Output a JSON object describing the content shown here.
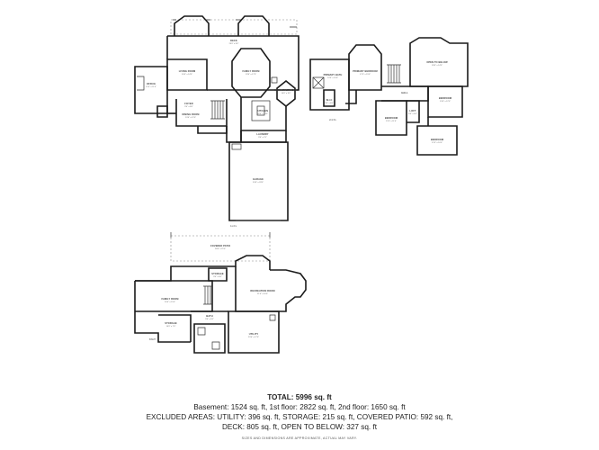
{
  "rooms": {
    "first_floor": [
      {
        "id": "deck_1f",
        "label": "DECK",
        "dim": "25'0\" x 9'0\""
      },
      {
        "id": "living",
        "label": "LIVING ROOM",
        "dim": "16'0\" x 14'0\""
      },
      {
        "id": "family",
        "label": "FAMILY ROOM",
        "dim": "19'0\" x 17'0\""
      },
      {
        "id": "office",
        "label": "OFFICE",
        "dim": "12'0\" x 11'0\""
      },
      {
        "id": "breakfast",
        "label": "BREAKFAST NOOK",
        "dim": "10'0\" x 9'0\""
      },
      {
        "id": "kitchen",
        "label": "KITCHEN",
        "dim": "18'0\" x 13'0\""
      },
      {
        "id": "dining",
        "label": "DINING ROOM",
        "dim": "13'0\" x 12'0\""
      },
      {
        "id": "foyer",
        "label": "FOYER",
        "dim": "9'0\" x 8'0\""
      },
      {
        "id": "laundry",
        "label": "LAUNDRY",
        "dim": "9'0\" x 7'0\""
      },
      {
        "id": "garage",
        "label": "GARAGE",
        "dim": "24'0\" x 33'0\""
      }
    ],
    "second_floor": [
      {
        "id": "primary_bed",
        "label": "PRIMARY BEDROOM",
        "dim": "17'0\" x 15'0\""
      },
      {
        "id": "primary_bath",
        "label": "PRIMARY BATH",
        "dim": "13'0\" x 10'0\""
      },
      {
        "id": "wic",
        "label": "W.I.C",
        "dim": "9'0\" x 6'0\""
      },
      {
        "id": "bedroom_2",
        "label": "BEDROOM",
        "dim": "13'0\" x 12'0\""
      },
      {
        "id": "bedroom_3",
        "label": "BEDROOM",
        "dim": "12'0\" x 11'0\""
      },
      {
        "id": "bedroom_4",
        "label": "BEDROOM",
        "dim": "12'0\" x 10'0\""
      },
      {
        "id": "loft",
        "label": "LOFT",
        "dim": "8'0\" x 6'0\""
      },
      {
        "id": "open_below",
        "label": "OPEN TO BELOW",
        "dim": "18'0\" x 14'0\""
      },
      {
        "id": "hall_2f",
        "label": "HALL",
        "dim": ""
      }
    ],
    "basement": [
      {
        "id": "covered_patio",
        "label": "COVERED PATIO",
        "dim": "28'0\" x 21'0\""
      },
      {
        "id": "family_room_b",
        "label": "FAMILY ROOM",
        "dim": "20'0\" x 15'0\""
      },
      {
        "id": "recreation",
        "label": "RECREATION ROOM",
        "dim": "21'0\" x 16'0\""
      },
      {
        "id": "storage",
        "label": "STORAGE",
        "dim": "9'0\" x 6'0\""
      },
      {
        "id": "utility",
        "label": "UTILITY",
        "dim": "23'0\" x 17'0\""
      },
      {
        "id": "bath_b",
        "label": "BATH",
        "dim": "9'0\" x 5'0\""
      },
      {
        "id": "storage_b2",
        "label": "STORAGE",
        "dim": "10'0\" x 7'0\""
      }
    ]
  },
  "level_marks": {
    "first_floor": "1st FL",
    "second_floor": "2nd FL",
    "basement": "BSMT"
  },
  "summary": {
    "total": "TOTAL: 5996 sq. ft",
    "line1": "Basement: 1524 sq. ft, 1st floor: 2822 sq. ft, 2nd floor: 1650 sq. ft",
    "line2": "EXCLUDED AREAS: UTILITY: 396 sq. ft, STORAGE: 215 sq. ft, COVERED PATIO: 592 sq. ft,",
    "line3": "DECK: 805 sq. ft, OPEN TO BELOW: 327 sq. ft",
    "footnote": "SIZES AND DIMENSIONS ARE APPROXIMATE, ACTUAL MAY VARY."
  },
  "colors": {
    "wall": "#1a1a1a",
    "text": "#222222",
    "background": "#ffffff"
  }
}
